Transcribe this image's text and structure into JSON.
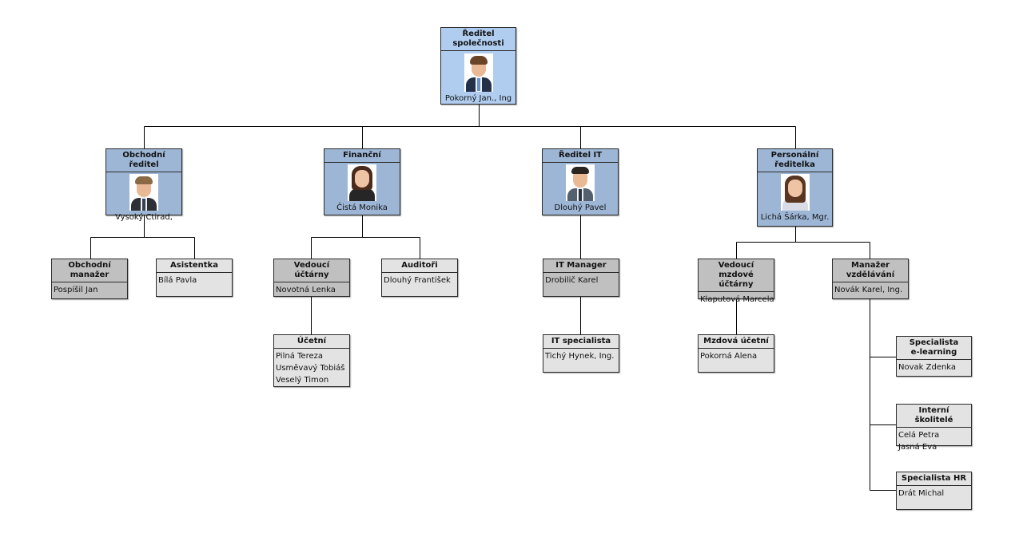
{
  "chart": {
    "root": {
      "title": "Ředitel společnosti",
      "title_lines": [
        "Ředitel",
        "společnosti"
      ],
      "name": "Pokorný Jan., Ing",
      "photo": "male-executive-photo"
    },
    "directors": [
      {
        "title": "Obchodní ředitel",
        "name": "Vysoký Ctirad,",
        "photo": "male-director-photo",
        "children": [
          {
            "title_lines": [
              "Obchodní",
              "manažer"
            ],
            "people": [
              "Pospíšil Jan"
            ],
            "level": "manager"
          },
          {
            "title_lines": [
              "Asistentka"
            ],
            "people": [
              "Bílá Pavla"
            ],
            "level": "staff"
          }
        ]
      },
      {
        "title": "Finanční",
        "name": "Čistá Monika",
        "photo": "female-director-photo",
        "children": [
          {
            "title_lines": [
              "Vedoucí účtárny"
            ],
            "people": [
              "Novotná Lenka"
            ],
            "level": "manager",
            "children": [
              {
                "title_lines": [
                  "Účetní"
                ],
                "people": [
                  "Pilná Tereza",
                  "Usměvavý Tobiáš",
                  "Veselý Timon"
                ],
                "level": "staff"
              }
            ]
          },
          {
            "title_lines": [
              "Auditoři"
            ],
            "people": [
              "Dlouhý František"
            ],
            "level": "staff"
          }
        ]
      },
      {
        "title": "Ředitel IT",
        "name": "Dlouhý Pavel",
        "photo": "male-director-photo",
        "children": [
          {
            "title_lines": [
              "IT Manager"
            ],
            "people": [
              "Drobilič Karel"
            ],
            "level": "manager",
            "children": [
              {
                "title_lines": [
                  "IT specialista"
                ],
                "people": [
                  "Tichý Hynek, Ing."
                ],
                "level": "staff"
              }
            ]
          }
        ]
      },
      {
        "title": "Personální ředitelka",
        "title_lines": [
          "Personální",
          "ředitelka"
        ],
        "name": "Lichá Šárka, Mgr.",
        "photo": "female-director-photo",
        "children": [
          {
            "title_lines": [
              "Vedoucí mzdové",
              "účtárny"
            ],
            "people": [
              "Klaputová Marcela"
            ],
            "level": "manager",
            "children": [
              {
                "title_lines": [
                  "Mzdová účetní"
                ],
                "people": [
                  "Pokorná Alena"
                ],
                "level": "staff"
              }
            ]
          },
          {
            "title_lines": [
              "Manažer",
              "vzdělávání"
            ],
            "people": [
              "Novák Karel, Ing."
            ],
            "level": "manager",
            "children": [
              {
                "title_lines": [
                  "Specialista",
                  "e-learning"
                ],
                "people": [
                  "Novak Zdenka"
                ],
                "level": "staff"
              },
              {
                "title_lines": [
                  "Interní školitelé"
                ],
                "people": [
                  "Celá Petra",
                  "Jasná Eva"
                ],
                "level": "staff"
              },
              {
                "title_lines": [
                  "Specialista HR"
                ],
                "people": [
                  "Drát Michal"
                ],
                "level": "staff"
              }
            ]
          }
        ]
      }
    ]
  },
  "colors": {
    "root_fill": "#b0cdf0",
    "director_fill": "#9db6d6",
    "manager_fill": "#c0c0c0",
    "staff_fill": "#e3e3e3",
    "border": "#2a2a2a",
    "connector": "#000000"
  }
}
